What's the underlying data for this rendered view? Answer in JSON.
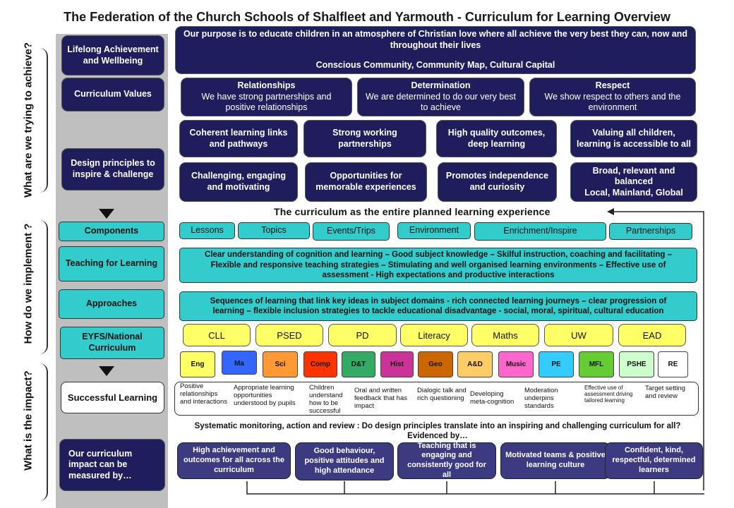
{
  "title": "The Federation of the Church Schools of Shalfleet and Yarmouth - Curriculum for Learning Overview",
  "side_labels": {
    "achieve": "What are we trying to achieve?",
    "implement": "How do we implement ?",
    "impact": "What is the impact?"
  },
  "rows": {
    "lifelong": "Lifelong Achievement and Wellbeing",
    "values": "Curriculum Values",
    "design": "Design principles to inspire & challenge",
    "components": "Components",
    "teaching": "Teaching for Learning",
    "approaches": "Approaches",
    "eyfs": "EYFS/National Curriculum",
    "successful": "Successful Learning",
    "impact": "Our curriculum impact can be measured by…"
  },
  "purpose": {
    "text": "Our purpose is to educate children in an atmosphere of Christian love where all achieve the very best they can, now and throughout their lives",
    "sub": "Conscious Community, Community Map, Cultural Capital"
  },
  "values": [
    {
      "title": "Relationships",
      "text": "We have strong partnerships and positive relationships"
    },
    {
      "title": "Determination",
      "text": "We are determined to do our very best to achieve"
    },
    {
      "title": "Respect",
      "text": "We show respect to others and the environment"
    }
  ],
  "principles_row1": [
    "Coherent learning links and pathways",
    "Strong working partnerships",
    "High quality outcomes, deep learning",
    "Valuing all children, learning is accessible to all"
  ],
  "principles_row2": [
    "Challenging, engaging and motivating",
    "Opportunities for memorable experiences",
    "Promotes independence and curiosity",
    "Broad, relevant and balanced"
  ],
  "principles_row2_extra": "Local, Mainland, Global",
  "curriculum_line": "The curriculum as the entire planned learning experience",
  "components": [
    "Lessons",
    "Topics",
    "Events/Trips",
    "Environment",
    "Enrichment/Inspire",
    "Partnerships"
  ],
  "teaching_text": "Clear understanding of cognition and learning – Good subject knowledge – Skilful instruction, coaching and facilitating – Flexible and responsive teaching strategies – Stimulating and well organised learning environments – Effective use of assessment - High expectations and productive interactions",
  "approaches_text": "Sequences of learning that link key ideas in subject domains - rich connected learning journeys – clear progression of learning – flexible inclusion strategies to tackle educational disadvantage - social, moral, spiritual, cultural education",
  "eyfs_areas": [
    "CLL",
    "PSED",
    "PD",
    "Literacy",
    "Maths",
    "UW",
    "EAD"
  ],
  "subjects": [
    {
      "label": "Eng",
      "color": "#ffff66"
    },
    {
      "label": "Ma",
      "color": "#3366ff"
    },
    {
      "label": "Sci",
      "color": "#ff9933"
    },
    {
      "label": "Comp",
      "color": "#ff3300"
    },
    {
      "label": "D&T",
      "color": "#33aa66"
    },
    {
      "label": "Hist",
      "color": "#cc3399"
    },
    {
      "label": "Geo",
      "color": "#cc6600"
    },
    {
      "label": "A&D",
      "color": "#ffcc66"
    },
    {
      "label": "Music",
      "color": "#ff66cc"
    },
    {
      "label": "PE",
      "color": "#33ccff"
    },
    {
      "label": "MFL",
      "color": "#66cc33"
    },
    {
      "label": "PSHE",
      "color": "#ccffcc"
    },
    {
      "label": "RE",
      "color": "#ffffff"
    }
  ],
  "successful_items": [
    "Positive relationships and interactions",
    "Appropriate learning opportunities understood by pupils",
    "Children understand how to be successful",
    "Oral and written feedback that has impact",
    "Dialogic talk and rich questioning",
    "Developing meta-cognition",
    "Moderation underpins standards",
    "Effective use of assessment driving tailored learning",
    "Target setting and review"
  ],
  "monitoring_text": "Systematic monitoring, action and review : Do design principles translate into an inspiring and challenging curriculum for all?",
  "evidenced_by": "Evidenced by…",
  "outcomes": [
    "High achievement and outcomes for all across the curriculum",
    "Good behaviour, positive attitudes and high attendance",
    "Teaching that is engaging and consistently good for all",
    "Motivated teams & positive learning culture",
    "Confident, kind, respectful, determined learners"
  ]
}
